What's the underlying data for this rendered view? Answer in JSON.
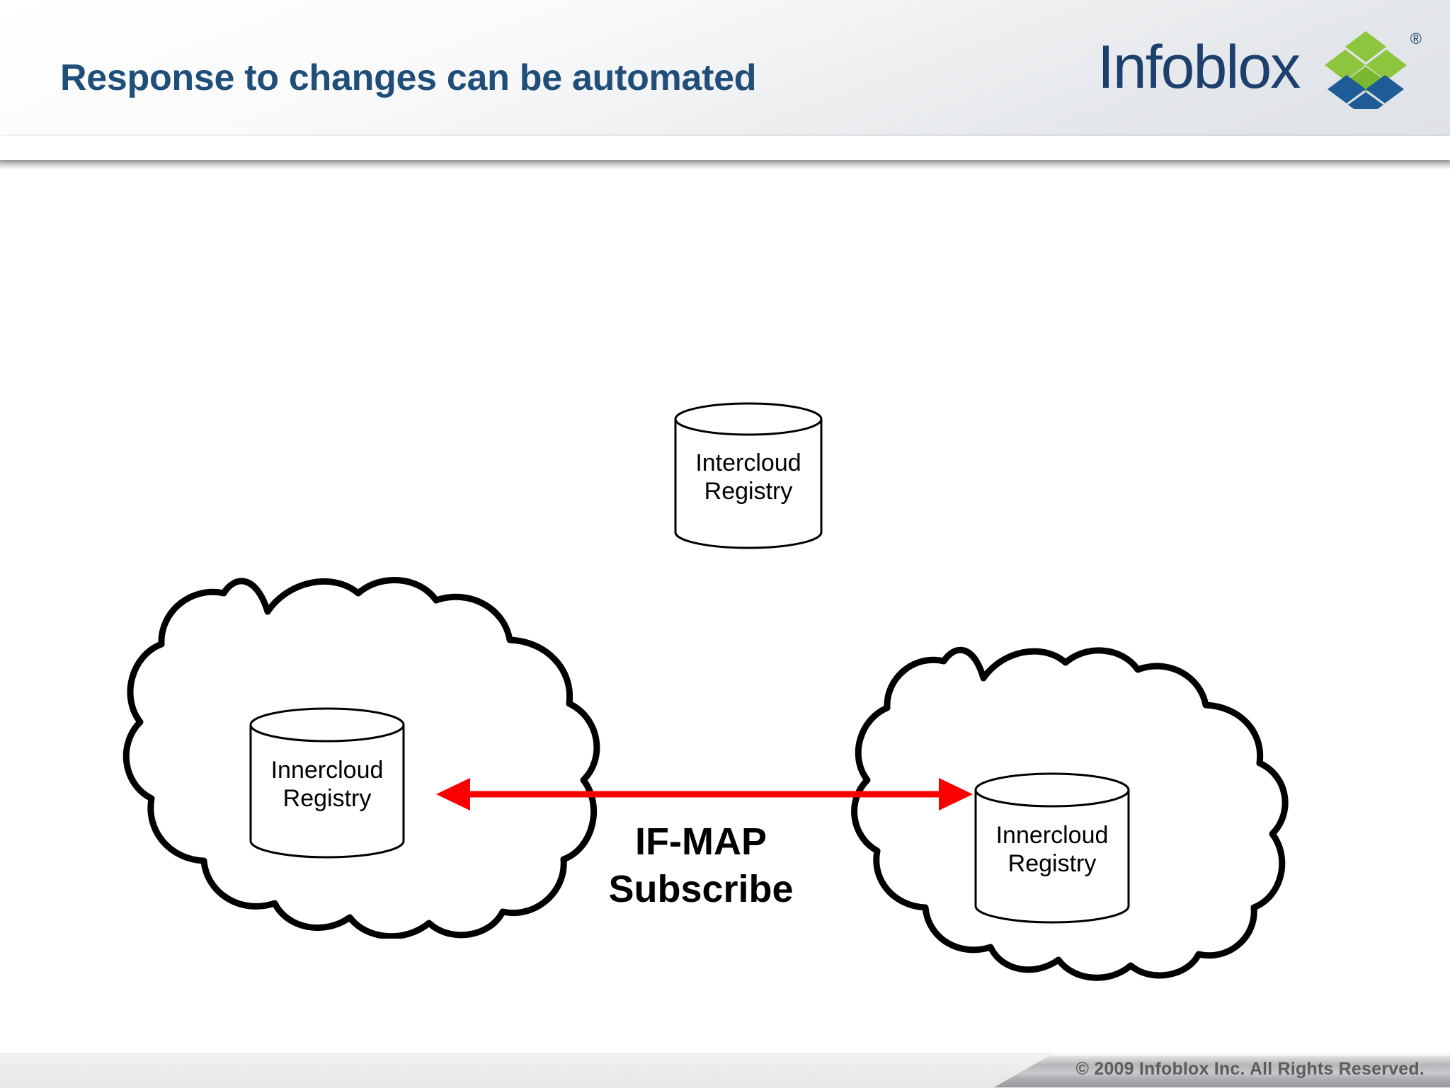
{
  "slide": {
    "title": "Response to changes can be automated",
    "title_color": "#1f4e79",
    "accent_bar_color": "#1869ad",
    "background_color": "#ffffff"
  },
  "brand": {
    "wordmark": "Infoblox",
    "registered_mark": "®",
    "logo_green": "#8cc63e",
    "logo_blue": "#1f5b96",
    "wordmark_color": "#1c3f6e"
  },
  "diagram": {
    "nodes": [
      {
        "id": "intercloud-registry",
        "shape": "cylinder",
        "label_line1": "Intercloud",
        "label_line2": "Registry"
      },
      {
        "id": "innercloud-registry-left",
        "shape": "cylinder",
        "label_line1": "Innercloud",
        "label_line2": "Registry"
      },
      {
        "id": "innercloud-registry-right",
        "shape": "cylinder",
        "label_line1": "Innercloud",
        "label_line2": "Registry"
      }
    ],
    "clouds": [
      {
        "id": "cloud-left",
        "label": ""
      },
      {
        "id": "cloud-right",
        "label": ""
      }
    ],
    "connector": {
      "id": "ifmap-subscribe",
      "color": "#fb0000",
      "direction": "bidirectional",
      "label_line1": "IF-MAP",
      "label_line2": "Subscribe"
    }
  },
  "footer": {
    "copyright": "© 2009 Infoblox Inc. All Rights Reserved.",
    "copyright_color": "#5d5d60",
    "band_color": "#ececed"
  }
}
